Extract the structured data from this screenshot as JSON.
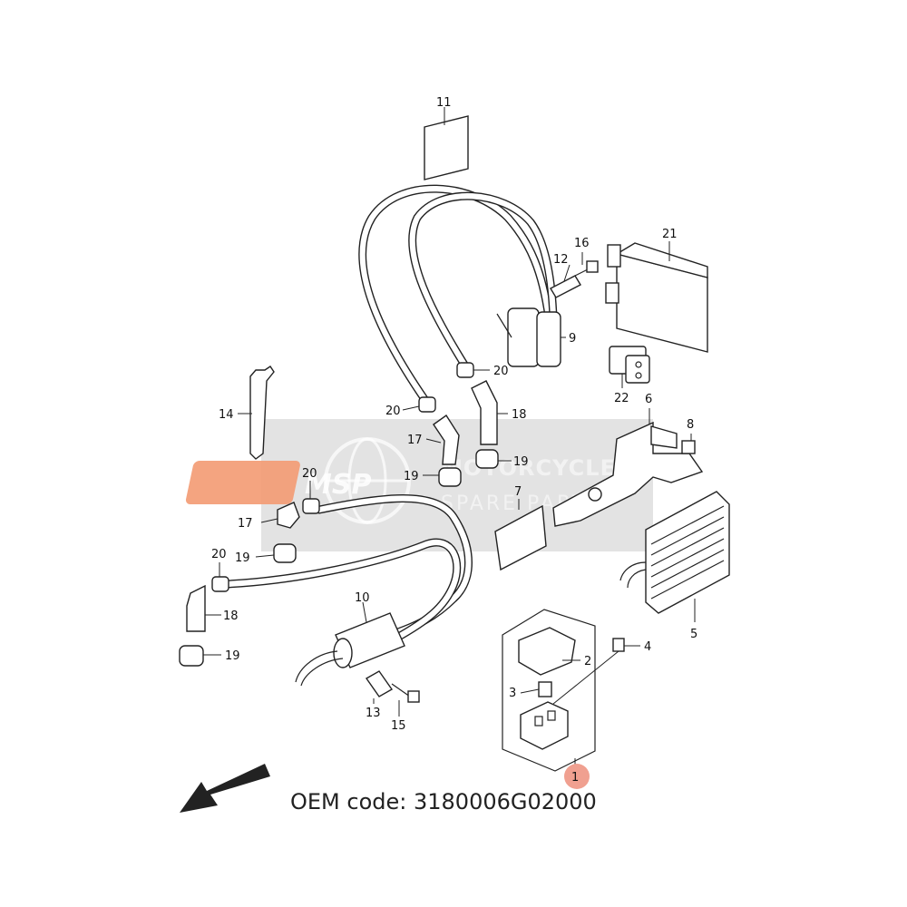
{
  "oem_code": "OEM code: 3180006G02000",
  "watermark": {
    "logo": "MSP",
    "line1": "MOTORCYCLE",
    "line2": "SPARE PARTS"
  },
  "colors": {
    "line": "#222222",
    "watermark_band": "#d9d9d9",
    "logo_orange": "#f39a72",
    "highlight": "#f0a090"
  },
  "callouts": [
    {
      "id": "c1",
      "label": "1",
      "highlighted": true
    },
    {
      "id": "c2",
      "label": "2"
    },
    {
      "id": "c3",
      "label": "3"
    },
    {
      "id": "c4",
      "label": "4"
    },
    {
      "id": "c5",
      "label": "5"
    },
    {
      "id": "c6",
      "label": "6"
    },
    {
      "id": "c7",
      "label": "7"
    },
    {
      "id": "c8",
      "label": "8"
    },
    {
      "id": "c9",
      "label": "9"
    },
    {
      "id": "c10",
      "label": "10"
    },
    {
      "id": "c11",
      "label": "11"
    },
    {
      "id": "c12",
      "label": "12"
    },
    {
      "id": "c13",
      "label": "13"
    },
    {
      "id": "c14",
      "label": "14"
    },
    {
      "id": "c15",
      "label": "15"
    },
    {
      "id": "c16",
      "label": "16"
    },
    {
      "id": "c17a",
      "label": "17"
    },
    {
      "id": "c17b",
      "label": "17"
    },
    {
      "id": "c18a",
      "label": "18"
    },
    {
      "id": "c18b",
      "label": "18"
    },
    {
      "id": "c19a",
      "label": "19"
    },
    {
      "id": "c19b",
      "label": "19"
    },
    {
      "id": "c19c",
      "label": "19"
    },
    {
      "id": "c19d",
      "label": "19"
    },
    {
      "id": "c20a",
      "label": "20"
    },
    {
      "id": "c20b",
      "label": "20"
    },
    {
      "id": "c20c",
      "label": "20"
    },
    {
      "id": "c20d",
      "label": "20"
    },
    {
      "id": "c21",
      "label": "21"
    },
    {
      "id": "c22",
      "label": "22"
    }
  ]
}
